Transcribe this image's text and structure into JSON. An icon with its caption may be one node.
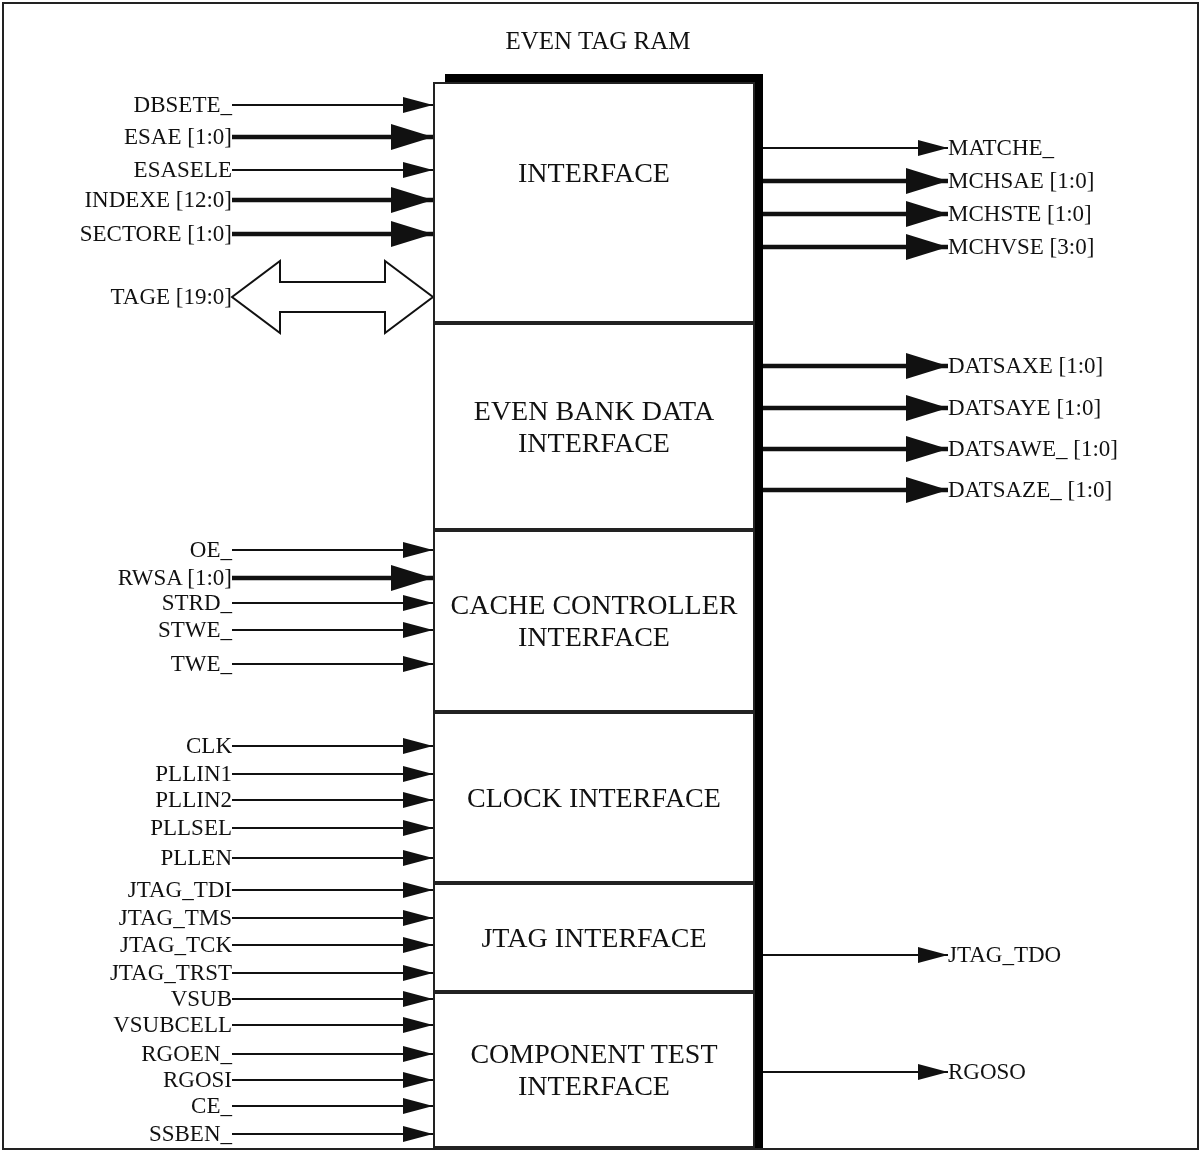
{
  "diagram": {
    "title": "EVEN TAG RAM",
    "nodes": [
      {
        "text": [
          "INTERFACE"
        ]
      },
      {
        "text": [
          "EVEN BANK DATA INTERFACE"
        ]
      },
      {
        "text": [
          "CACHE CONTROLLER INTERFACE"
        ]
      },
      {
        "text": [
          "CLOCK INTERFACE"
        ]
      },
      {
        "text": [
          "JTAG INTERFACE"
        ]
      },
      {
        "text": [
          "COMPONENT TEST INTERFACE"
        ]
      },
      {
        "text": [
          "DBSETE_"
        ]
      },
      {
        "text": [
          "ESAE [1:0]"
        ]
      },
      {
        "text": [
          "ESASELE"
        ]
      },
      {
        "text": [
          "INDEXE [12:0]"
        ]
      },
      {
        "text": [
          "SECTORE [1:0]"
        ]
      },
      {
        "text": [
          "TAGE [19:0]"
        ]
      },
      {
        "text": [
          "OE_"
        ]
      },
      {
        "text": [
          "RWSA [1:0]"
        ]
      },
      {
        "text": [
          "STRD_"
        ]
      },
      {
        "text": [
          "STWE_"
        ]
      },
      {
        "text": [
          "TWE_"
        ]
      },
      {
        "text": [
          "CLK"
        ]
      },
      {
        "text": [
          "PLLIN1"
        ]
      },
      {
        "text": [
          "PLLIN2"
        ]
      },
      {
        "text": [
          "PLLSEL"
        ]
      },
      {
        "text": [
          "PLLEN"
        ]
      },
      {
        "text": [
          "JTAG_TDI"
        ]
      },
      {
        "text": [
          "JTAG_TMS"
        ]
      },
      {
        "text": [
          "JTAG_TCK"
        ]
      },
      {
        "text": [
          "JTAG_TRST"
        ]
      },
      {
        "text": [
          "VSUB"
        ]
      },
      {
        "text": [
          "VSUBCELL"
        ]
      },
      {
        "text": [
          "RGOEN_"
        ]
      },
      {
        "text": [
          "RGOSI"
        ]
      },
      {
        "text": [
          "CE_"
        ]
      },
      {
        "text": [
          "SSBEN_"
        ]
      },
      {
        "text": [
          "MATCHE_"
        ]
      },
      {
        "text": [
          "MCHSAE [1:0]"
        ]
      },
      {
        "text": [
          "MCHSTE [1:0]"
        ]
      },
      {
        "text": [
          "MCHVSE [3:0]"
        ]
      },
      {
        "text": [
          "DATSAXE [1:0]"
        ]
      },
      {
        "text": [
          "DATSAYE [1:0]"
        ]
      },
      {
        "text": [
          "DATSAWE_ [1:0]"
        ]
      },
      {
        "text": [
          "DATSAZE_ [1:0]"
        ]
      },
      {
        "text": [
          "JTAG_TDO"
        ]
      },
      {
        "text": [
          "RGOSO"
        ]
      }
    ],
    "edges": [
      {
        "from": 6,
        "to": 0,
        "arrow": "to"
      },
      {
        "from": 7,
        "to": 0,
        "arrow": "to",
        "style": "thick"
      },
      {
        "from": 8,
        "to": 0,
        "arrow": "to"
      },
      {
        "from": 9,
        "to": 0,
        "arrow": "to",
        "style": "thick"
      },
      {
        "from": 10,
        "to": 0,
        "arrow": "to",
        "style": "thick"
      },
      {
        "from": 11,
        "to": 0,
        "arrow": "both",
        "style": "thick"
      },
      {
        "from": 12,
        "to": 2,
        "arrow": "to"
      },
      {
        "from": 13,
        "to": 2,
        "arrow": "to",
        "style": "thick"
      },
      {
        "from": 14,
        "to": 2,
        "arrow": "to"
      },
      {
        "from": 15,
        "to": 2,
        "arrow": "to"
      },
      {
        "from": 16,
        "to": 2,
        "arrow": "to"
      },
      {
        "from": 17,
        "to": 3,
        "arrow": "to"
      },
      {
        "from": 18,
        "to": 3,
        "arrow": "to"
      },
      {
        "from": 19,
        "to": 3,
        "arrow": "to"
      },
      {
        "from": 20,
        "to": 3,
        "arrow": "to"
      },
      {
        "from": 21,
        "to": 3,
        "arrow": "to"
      },
      {
        "from": 22,
        "to": 4,
        "arrow": "to"
      },
      {
        "from": 23,
        "to": 4,
        "arrow": "to"
      },
      {
        "from": 24,
        "to": 4,
        "arrow": "to"
      },
      {
        "from": 25,
        "to": 4,
        "arrow": "to"
      },
      {
        "from": 26,
        "to": 5,
        "arrow": "to"
      },
      {
        "from": 27,
        "to": 5,
        "arrow": "to"
      },
      {
        "from": 28,
        "to": 5,
        "arrow": "to"
      },
      {
        "from": 29,
        "to": 5,
        "arrow": "to"
      },
      {
        "from": 30,
        "to": 5,
        "arrow": "to"
      },
      {
        "from": 31,
        "to": 5,
        "arrow": "to"
      },
      {
        "from": 0,
        "to": 32,
        "arrow": "to"
      },
      {
        "from": 0,
        "to": 33,
        "arrow": "to",
        "style": "thick"
      },
      {
        "from": 0,
        "to": 34,
        "arrow": "to",
        "style": "thick"
      },
      {
        "from": 0,
        "to": 35,
        "arrow": "to",
        "style": "thick"
      },
      {
        "from": 1,
        "to": 36,
        "arrow": "to",
        "style": "thick"
      },
      {
        "from": 1,
        "to": 37,
        "arrow": "to",
        "style": "thick"
      },
      {
        "from": 1,
        "to": 38,
        "arrow": "to",
        "style": "thick"
      },
      {
        "from": 1,
        "to": 39,
        "arrow": "to",
        "style": "thick"
      },
      {
        "from": 4,
        "to": 40,
        "arrow": "to"
      },
      {
        "from": 5,
        "to": 41,
        "arrow": "to"
      }
    ]
  }
}
